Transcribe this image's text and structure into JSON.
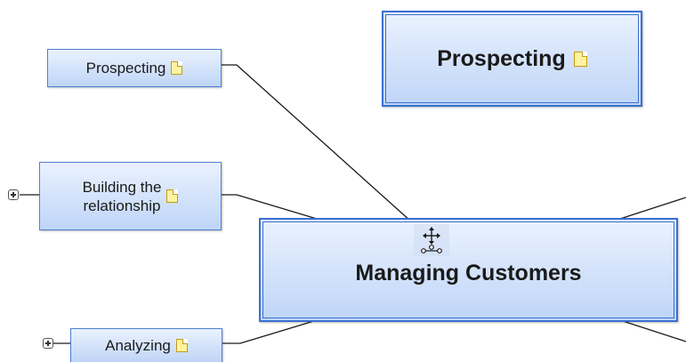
{
  "map": {
    "central_topic": {
      "label": "Managing Customers"
    },
    "floating_topic": {
      "label": "Prospecting",
      "icon": "note-icon"
    },
    "subtopics": [
      {
        "label": "Prospecting",
        "icon": "note-icon",
        "collapsed": false
      },
      {
        "label": "Building the relationship",
        "line1": "Building the",
        "line2": "relationship",
        "icon": "note-icon",
        "collapsed": true
      },
      {
        "label": "Analyzing",
        "icon": "note-icon",
        "collapsed": true
      }
    ]
  },
  "colors": {
    "topic_fill_top": "#eaf2ff",
    "topic_fill_bottom": "#bfd5f7",
    "topic_border": "#4f7fd0",
    "central_border": "#3b6fd0",
    "connector": "#1a1a1a",
    "note_fill": "#fff3a0"
  }
}
